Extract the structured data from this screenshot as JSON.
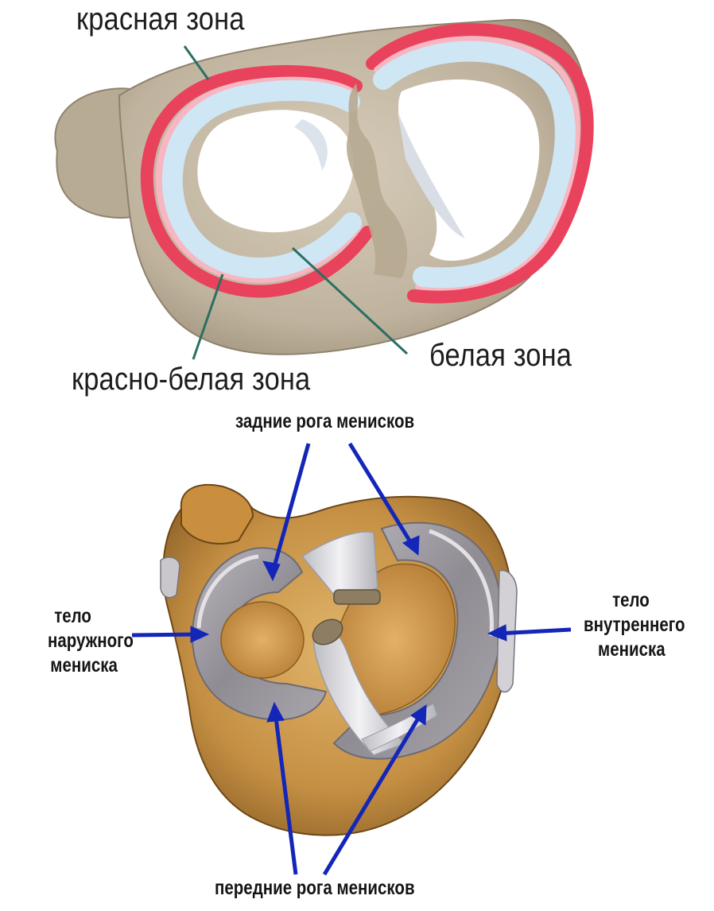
{
  "top_labels": {
    "red_zone": "красная зона",
    "white_zone": "белая зона",
    "red_white_zone": "красно-белая зона"
  },
  "bottom_labels": {
    "posterior_horns": "задние рога менисков",
    "lateral_body_line1": "тело",
    "lateral_body_line2": "наружного",
    "lateral_body_line3": "мениска",
    "medial_body_line1": "тело",
    "medial_body_line2": "внутреннего",
    "medial_body_line3": "мениска",
    "anterior_horns": "передние рога менисков"
  },
  "colors": {
    "bone_top": "#c4b9a6",
    "bone_top_shade": "#a99c86",
    "red_zone": "#e8425c",
    "red_zone_light": "#f7a5b2",
    "white_zone": "#cfe6f4",
    "leader_line": "#2a6f62",
    "bone_bottom": "#c99a4e",
    "bone_bottom_dark": "#8a5d22",
    "meniscus_grey": "#9e9ba1",
    "meniscus_light": "#d9d7dc",
    "ligament": "#e6e6ea",
    "arrow_blue": "#1426b8"
  }
}
